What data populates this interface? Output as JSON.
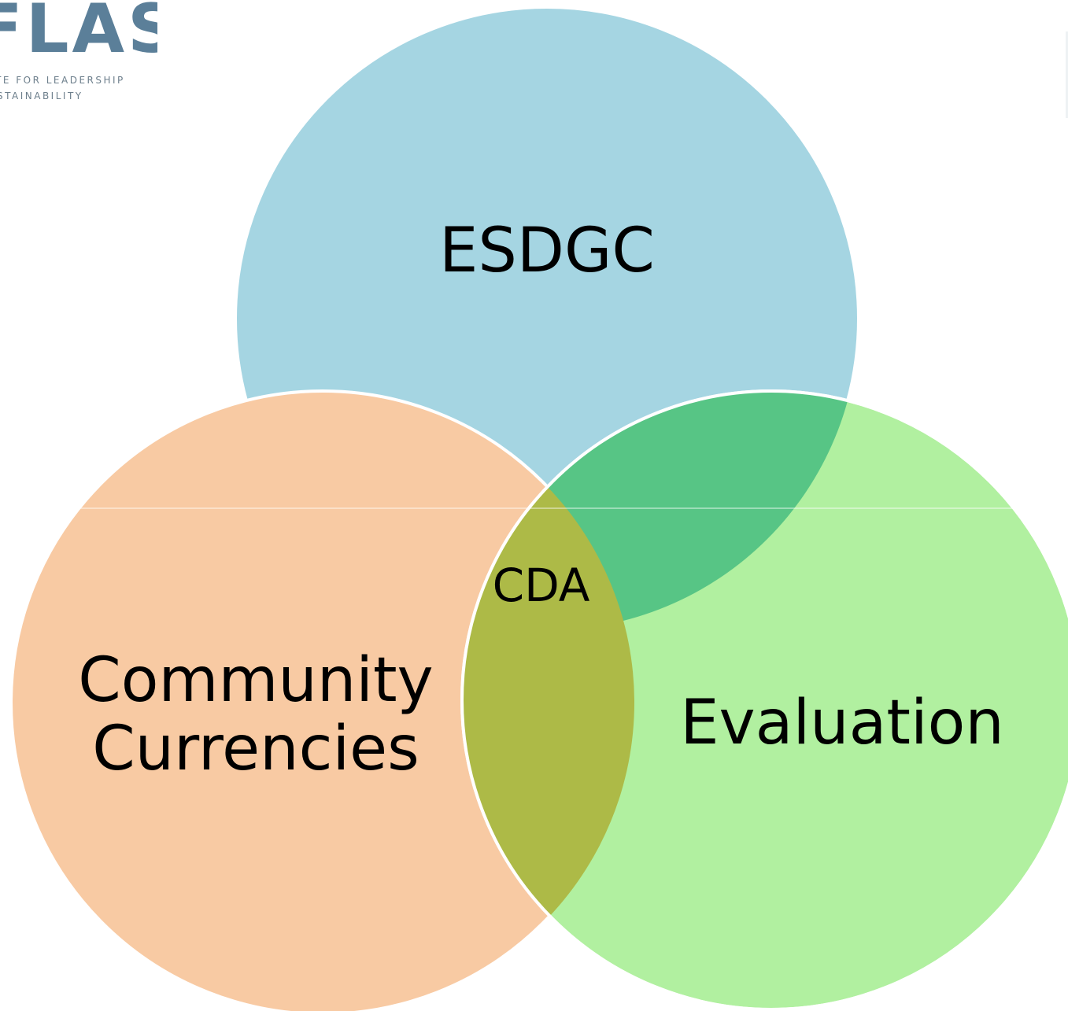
{
  "logo": {
    "wordmark": "FLAS",
    "tagline_line1": "TE FOR LEADERSHIP",
    "tagline_line2": "STAINABILITY"
  },
  "diagram": {
    "type": "venn",
    "sets": [
      {
        "id": "top",
        "label": "ESDGC",
        "color": "#a5d5e2"
      },
      {
        "id": "left",
        "label_line1": "Community",
        "label_line2": "Currencies",
        "color": "#f8caa3"
      },
      {
        "id": "right",
        "label": "Evaluation",
        "color": "#b1f0a0"
      }
    ],
    "overlaps": [
      {
        "sets": [
          "left",
          "right"
        ],
        "label": "CDA",
        "color": "#adba47"
      },
      {
        "sets": [
          "top",
          "right"
        ],
        "label": "",
        "color": "#57c585"
      }
    ]
  }
}
